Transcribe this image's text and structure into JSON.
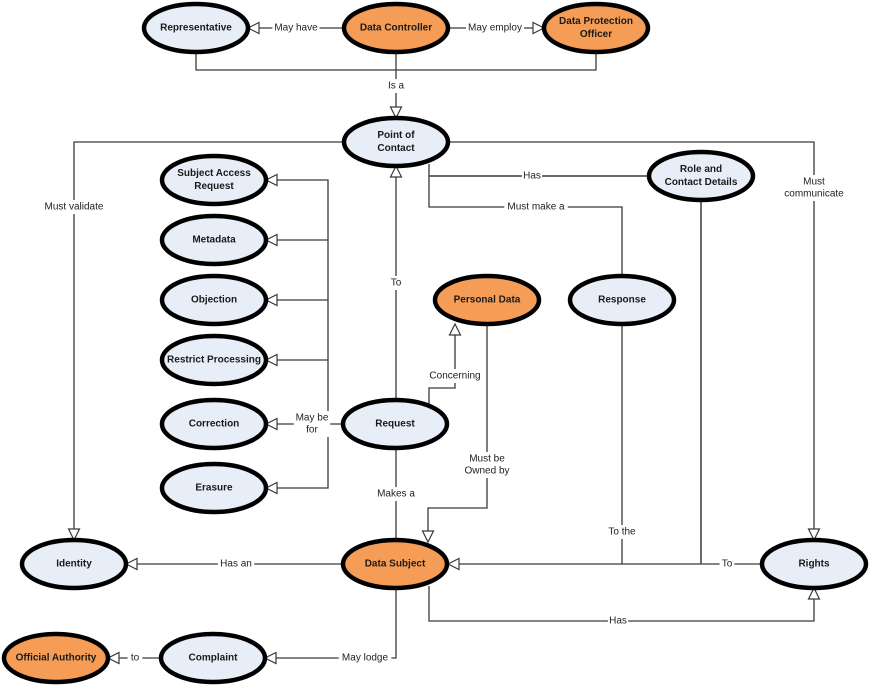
{
  "diagram": {
    "colors": {
      "light": "#e8eef8",
      "orange": "#f59d56",
      "stroke": "#000000"
    },
    "nodes": [
      {
        "id": "representative",
        "lines": [
          "Representative"
        ],
        "style": "light"
      },
      {
        "id": "data-controller",
        "lines": [
          "Data Controller"
        ],
        "style": "orange"
      },
      {
        "id": "data-protection-officer",
        "lines": [
          "Data Protection",
          "Officer"
        ],
        "style": "orange"
      },
      {
        "id": "point-of-contact",
        "lines": [
          "Point of",
          "Contact"
        ],
        "style": "light"
      },
      {
        "id": "role-and-contact-details",
        "lines": [
          "Role and",
          "Contact Details"
        ],
        "style": "light"
      },
      {
        "id": "subject-access-request",
        "lines": [
          "Subject Access",
          "Request"
        ],
        "style": "light"
      },
      {
        "id": "metadata",
        "lines": [
          "Metadata"
        ],
        "style": "light"
      },
      {
        "id": "objection",
        "lines": [
          "Objection"
        ],
        "style": "light"
      },
      {
        "id": "restrict-processing",
        "lines": [
          "Restrict Processing"
        ],
        "style": "light"
      },
      {
        "id": "correction",
        "lines": [
          "Correction"
        ],
        "style": "light"
      },
      {
        "id": "erasure",
        "lines": [
          "Erasure"
        ],
        "style": "light"
      },
      {
        "id": "personal-data",
        "lines": [
          "Personal Data"
        ],
        "style": "orange"
      },
      {
        "id": "response",
        "lines": [
          "Response"
        ],
        "style": "light"
      },
      {
        "id": "request",
        "lines": [
          "Request"
        ],
        "style": "light"
      },
      {
        "id": "identity",
        "lines": [
          "Identity"
        ],
        "style": "light"
      },
      {
        "id": "data-subject",
        "lines": [
          "Data Subject"
        ],
        "style": "orange"
      },
      {
        "id": "rights",
        "lines": [
          "Rights"
        ],
        "style": "light"
      },
      {
        "id": "official-authority",
        "lines": [
          "Official Authority"
        ],
        "style": "orange"
      },
      {
        "id": "complaint",
        "lines": [
          "Complaint"
        ],
        "style": "light"
      }
    ],
    "edges": [
      {
        "id": "may-have",
        "from": "data-controller",
        "to": "representative",
        "label": [
          "May have"
        ]
      },
      {
        "id": "may-employ",
        "from": "data-controller",
        "to": "data-protection-officer",
        "label": [
          "May employ"
        ]
      },
      {
        "id": "is-a",
        "from": "data-controller",
        "to": "point-of-contact",
        "label": [
          "Is a"
        ]
      },
      {
        "id": "has-role",
        "from": "point-of-contact",
        "to": "role-and-contact-details",
        "label": [
          "Has"
        ]
      },
      {
        "id": "must-make-a",
        "from": "point-of-contact",
        "to": "response",
        "label": [
          "Must make a"
        ]
      },
      {
        "id": "must-validate",
        "from": "point-of-contact",
        "to": "identity",
        "label": [
          "Must validate"
        ]
      },
      {
        "id": "must-communicate",
        "from": "point-of-contact",
        "to": "rights",
        "label": [
          "Must",
          "communicate"
        ]
      },
      {
        "id": "to-poc",
        "from": "request",
        "to": "point-of-contact",
        "label": [
          "To"
        ]
      },
      {
        "id": "concerning",
        "from": "request",
        "to": "personal-data",
        "label": [
          "Concerning"
        ]
      },
      {
        "id": "may-be-for",
        "from": "request",
        "to": "subject-access-request",
        "label": [
          "May be",
          "for"
        ]
      },
      {
        "id": "makes-a",
        "from": "data-subject",
        "to": "request",
        "label": [
          "Makes a"
        ]
      },
      {
        "id": "must-be-owned-by",
        "from": "personal-data",
        "to": "data-subject",
        "label": [
          "Must be",
          "Owned by"
        ]
      },
      {
        "id": "to-the",
        "from": "response",
        "to": "data-subject",
        "label": [
          "To the"
        ]
      },
      {
        "id": "to-rights",
        "from": "rights",
        "to": "data-subject",
        "label": [
          "To"
        ]
      },
      {
        "id": "has-an",
        "from": "data-subject",
        "to": "identity",
        "label": [
          "Has an"
        ]
      },
      {
        "id": "has-rights",
        "from": "data-subject",
        "to": "rights",
        "label": [
          "Has"
        ]
      },
      {
        "id": "may-lodge",
        "from": "data-subject",
        "to": "complaint",
        "label": [
          "May lodge"
        ]
      },
      {
        "id": "to-authority",
        "from": "complaint",
        "to": "official-authority",
        "label": [
          "to"
        ]
      }
    ]
  }
}
